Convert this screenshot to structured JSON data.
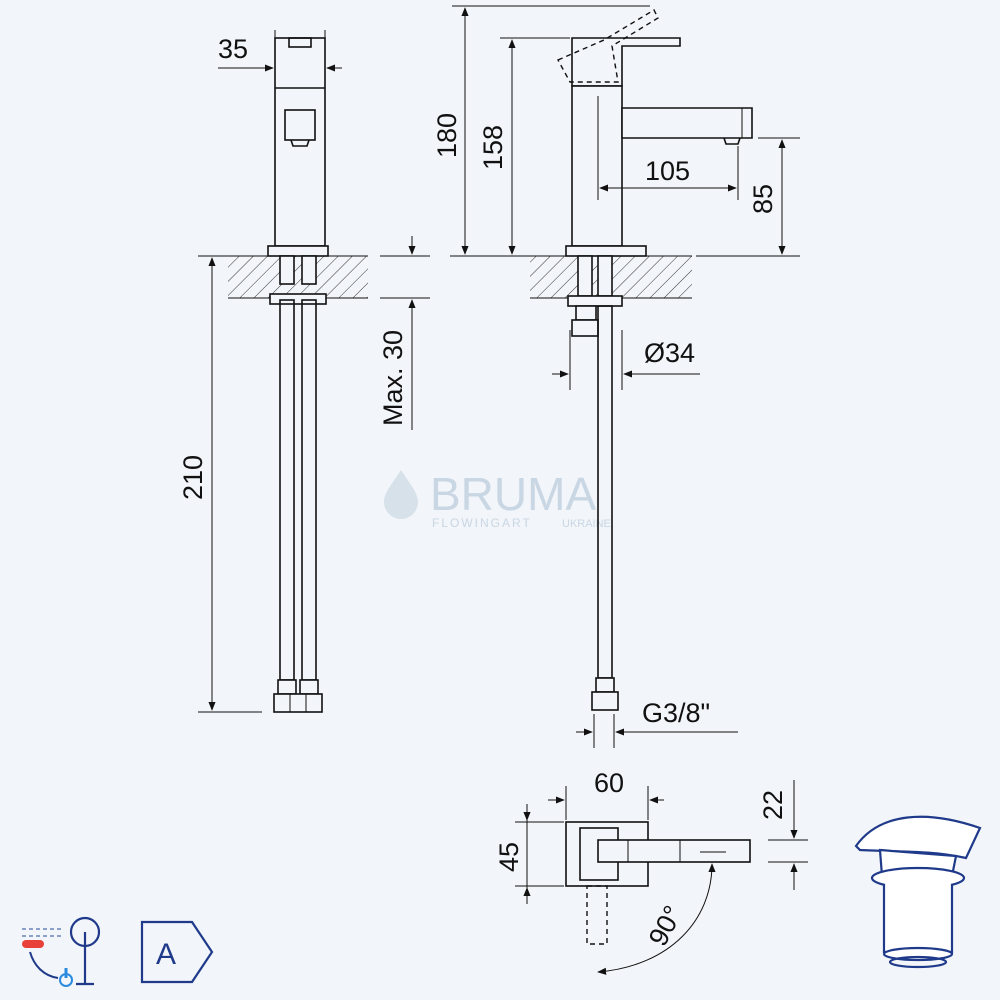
{
  "dimensions": {
    "body_width": "35",
    "total_height": "180",
    "body_height": "158",
    "spout_reach": "105",
    "spout_height": "85",
    "hose_length": "210",
    "max_thickness": "Max. 30",
    "hole_diameter": "Ø34",
    "thread": "G3/8\"",
    "top_width": "60",
    "top_depth": "45",
    "lever_width": "22",
    "rotation": "90°"
  },
  "watermark": {
    "brand": "BRUMA",
    "tagline": "FLOWINGART",
    "region": "UKRAINE"
  },
  "badges": {
    "energy_class": "A"
  },
  "icons": {
    "mixer": "temperature-lever-icon",
    "drain": "click-clack-waste-icon"
  },
  "colors": {
    "background": "#f2f5f9",
    "line": "#111111",
    "badge": "#1f3a8a"
  }
}
